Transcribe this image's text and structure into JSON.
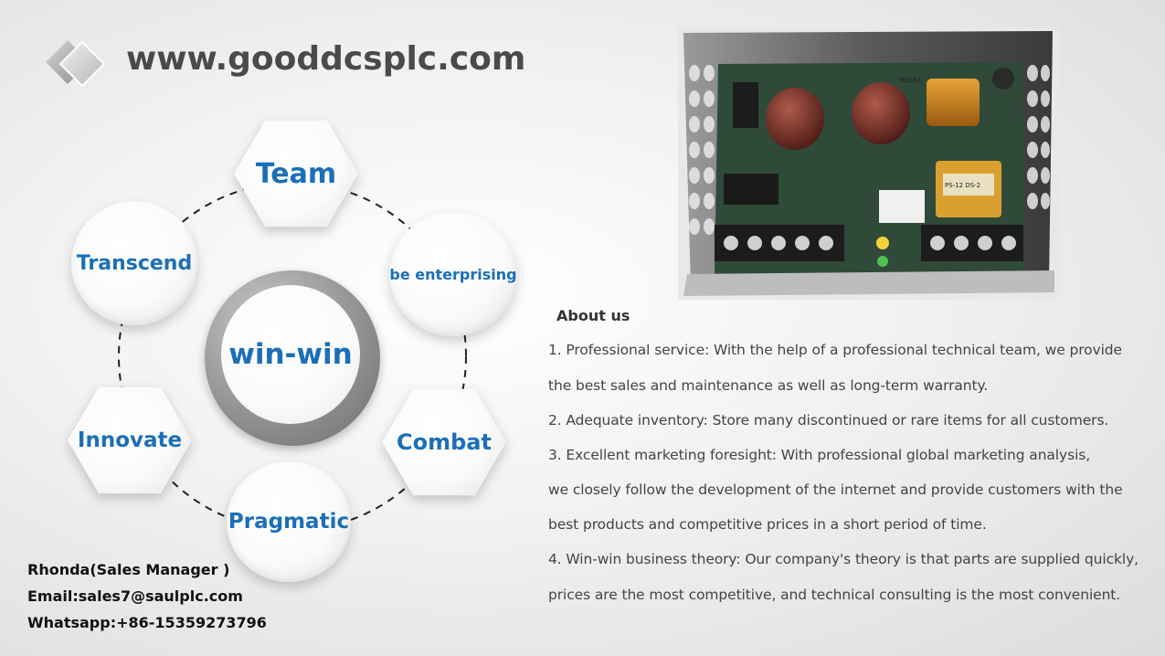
{
  "header": {
    "logo_icon": "diamond-logo-icon",
    "site_url": "www.gooddcsplc.com"
  },
  "ring": {
    "center_label": "win-win",
    "nodes": {
      "team": "Team",
      "be_enterprising": "be enterprising",
      "combat": "Combat",
      "pragmatic": "Pragmatic",
      "innovate": "Innovate",
      "transcend": "Transcend"
    }
  },
  "contact": {
    "name": "Rhonda(Sales Manager )",
    "email": "Email:sales7@saulplc.com",
    "whatsapp": "Whatsapp:+86-15359273796"
  },
  "product": {
    "board_label_1": "TKS561",
    "board_label_2": "PS-12 DS-2"
  },
  "about": {
    "title": "About us",
    "lines": [
      "1. Professional service: With the help of a professional technical team, we provide",
      "the best sales and maintenance as well as long-term warranty.",
      "2. Adequate inventory: Store many discontinued or rare items for all customers.",
      "3. Excellent marketing foresight: With professional global marketing analysis,",
      "we closely follow the development of the internet and provide customers with the",
      "best products and competitive prices in a short period of time.",
      "4. Win-win business theory: Our company's theory is that parts are supplied quickly,",
      "prices are the most competitive, and technical consulting is the most convenient."
    ]
  },
  "colors": {
    "accent_blue": "#1b6fb7",
    "url_gray": "#4a4a4a"
  }
}
